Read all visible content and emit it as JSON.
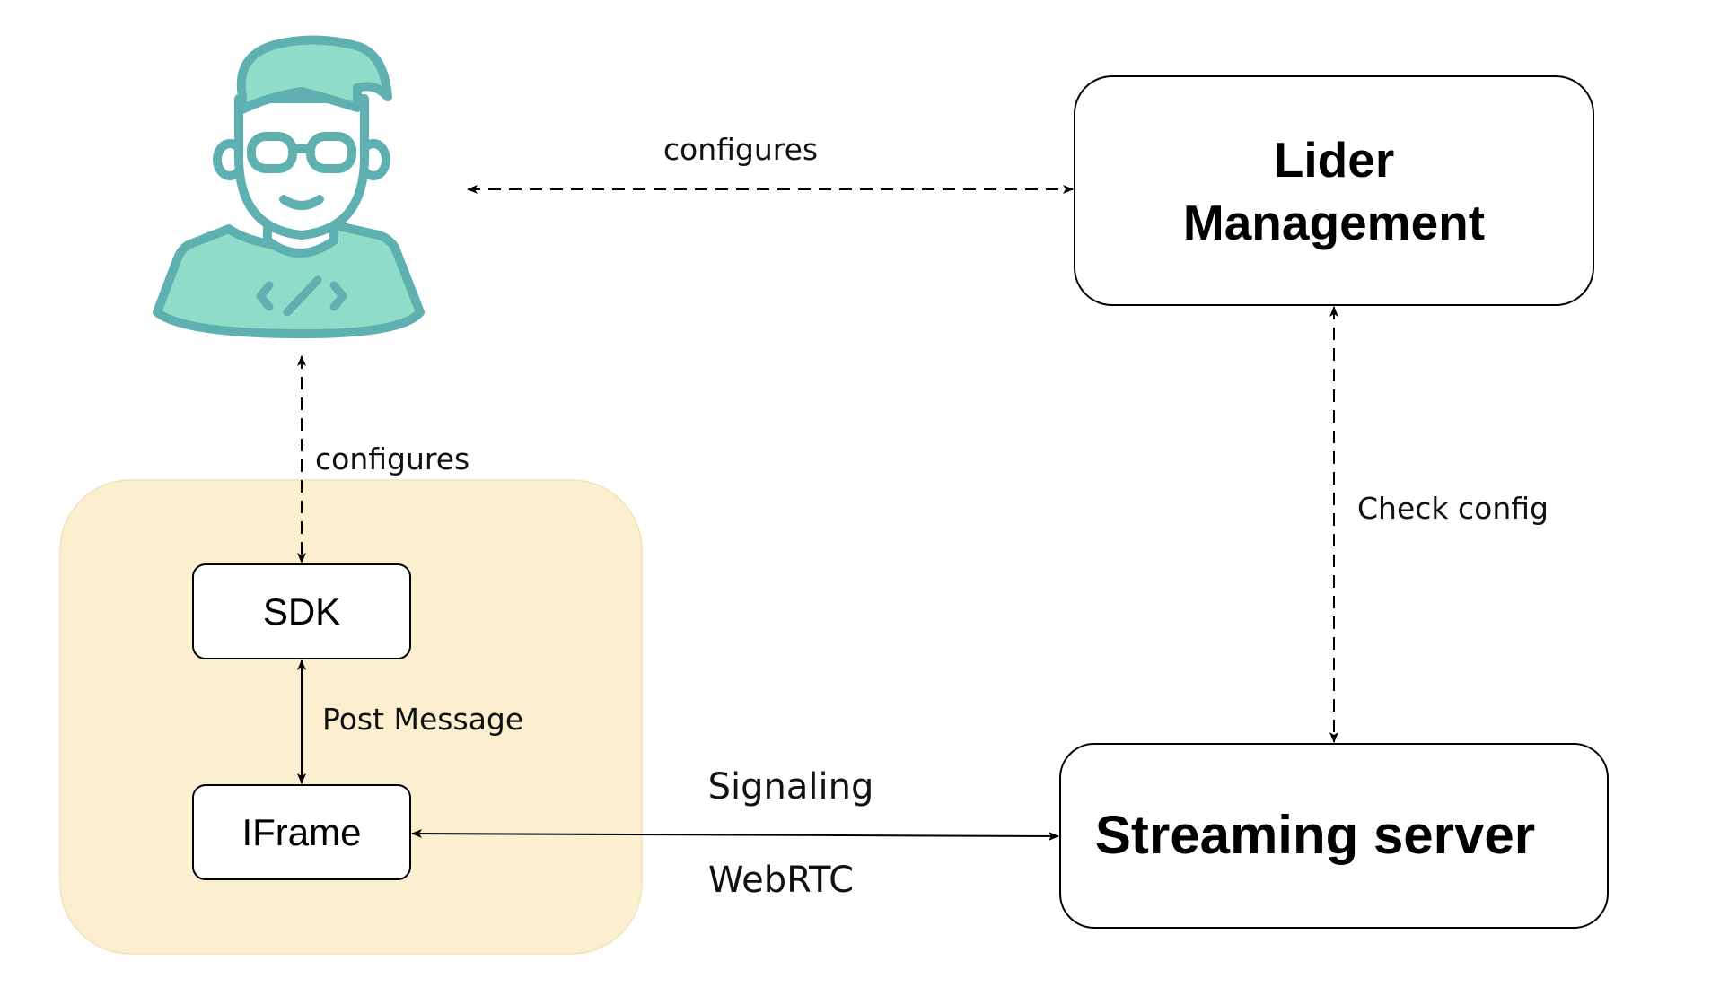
{
  "nodes": {
    "lider": {
      "line1": "Lider",
      "line2": "Management"
    },
    "streaming": {
      "label": "Streaming server"
    },
    "sdk": {
      "label": "SDK"
    },
    "iframe": {
      "label": "IFrame"
    }
  },
  "edges": {
    "dev_to_lider": {
      "label": "configures"
    },
    "dev_to_sdk": {
      "label": "configures"
    },
    "lider_to_streaming": {
      "label": "Check config"
    },
    "sdk_to_iframe": {
      "label": "Post Message"
    },
    "iframe_to_streaming": {
      "label_top": "Signaling",
      "label_bottom": "WebRTC"
    }
  },
  "icons": {
    "developer": "developer-avatar-icon"
  },
  "colors": {
    "client_group_fill": "#fcefcf",
    "avatar_fill": "#8fdcc9",
    "avatar_stroke": "#5fb0b0",
    "stroke": "#000000"
  }
}
